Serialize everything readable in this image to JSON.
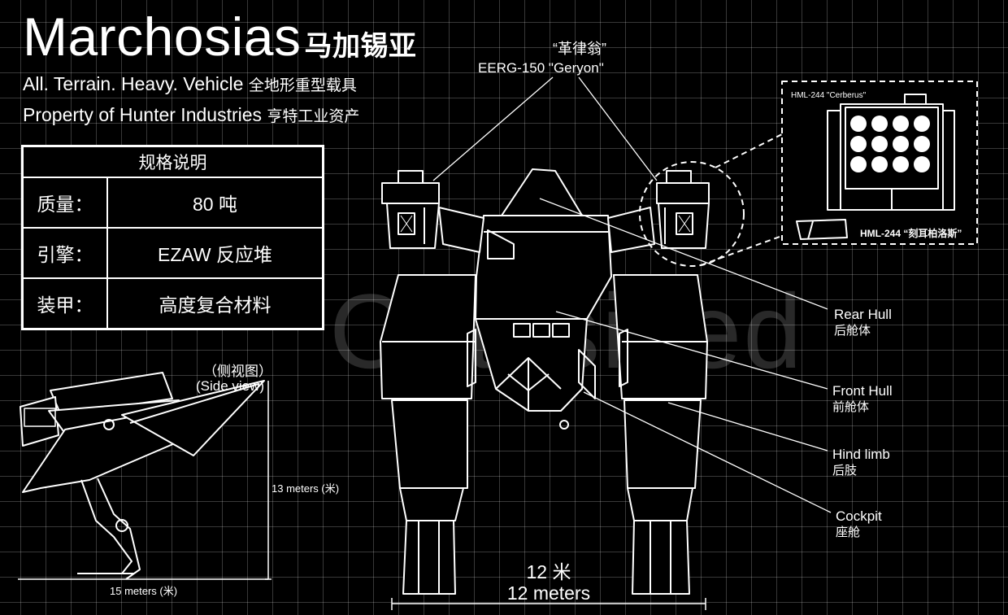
{
  "header": {
    "title": "Marchosias",
    "title_cn": "马加锡亚",
    "subtitle_1": "All. Terrain. Heavy. Vehicle",
    "subtitle_1_cn": "全地形重型载具",
    "subtitle_2": "Property of Hunter Industries",
    "subtitle_2_cn": "亨特工业资产"
  },
  "spec_table": {
    "heading": "规格说明",
    "rows": [
      {
        "key": "质量：",
        "value": "80 吨"
      },
      {
        "key": "引擎：",
        "value": "EZAW 反应堆"
      },
      {
        "key": "装甲：",
        "value": "高度复合材料"
      }
    ]
  },
  "weapon_main": {
    "name_cn": "“革律翁”",
    "name": "EERG-150 \"Geryon\""
  },
  "weapon_inset": {
    "title": "HML-244 \"Cerberus\"",
    "label_cn": "HML-244 “刻耳柏洛斯”"
  },
  "watermark": "Classified",
  "callouts": [
    {
      "en": "Rear Hull",
      "cn": "后舱体"
    },
    {
      "en": "Front Hull",
      "cn": "前舱体"
    },
    {
      "en": "Hind limb",
      "cn": "后肢"
    },
    {
      "en": "Cockpit",
      "cn": "座舱"
    }
  ],
  "side_view": {
    "title_cn": "（侧视图）",
    "title": "(Side view)",
    "height": "13 meters (米)",
    "length": "15 meters (米)"
  },
  "width_dim": {
    "cn": "12 米",
    "en": "12 meters"
  }
}
